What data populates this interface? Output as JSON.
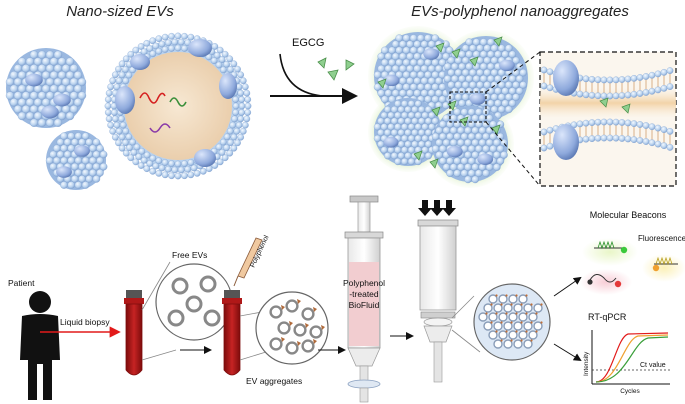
{
  "top": {
    "left_title": "Nano-sized EVs",
    "right_title": "EVs-polyphenol nanoaggregates",
    "reagent": "EGCG"
  },
  "bottom": {
    "patient": "Patient",
    "liquid_biopsy": "Liquid biopsy",
    "free_evs": "Free EVs",
    "polyphenol": "Polyphenol",
    "ev_aggregates": "EV  aggregates",
    "syringe_line1": "Polyphenol",
    "syringe_line2": "-treated",
    "syringe_line3": "BioFluid",
    "molecular_beacons": "Molecular Beacons",
    "fluorescence": "Fluorescence",
    "rt_qpcr": "RT-qPCR",
    "intensity": "Intensity",
    "cycles": "Cycles",
    "ct_value": "Ct value"
  },
  "colors": {
    "vesicle": "#b9d2ee",
    "vesicle_edge": "#6c8fc2",
    "protein": "#8ea9dc",
    "lumen": "#f2dcc0",
    "aggregate_glow": "#cfe6b4",
    "triangle": "#8fcf8f",
    "blood": "#b01818",
    "arrow_red": "#e21a1a",
    "syringe_fluid": "#f2cdd0"
  }
}
